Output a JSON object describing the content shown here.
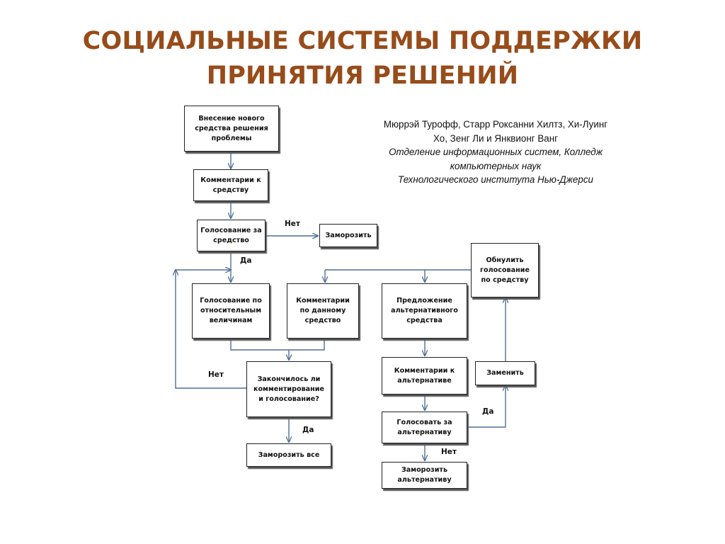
{
  "title": {
    "line1": "СОЦИАЛЬНЫЕ СИСТЕМЫ ПОДДЕРЖКИ",
    "line2": "ПРИНЯТИЯ РЕШЕНИЙ"
  },
  "authors": {
    "line1": "Мюррэй Турофф, Старр Роксанни Хилтз, Хи-Луинг",
    "line2": "Хо, Зенг Ли и Янквионг Ванг",
    "aff1": "Отделение информационных систем, Колледж",
    "aff2": "компьютерных наук",
    "aff3": "Технологического института Нью-Джерси"
  },
  "nodes": {
    "n1": "Внесение нового средства решения  проблемы",
    "n2": "Комментарии к средству",
    "n3": "Голосование за средство",
    "n4": "Заморозить",
    "n5": "Обнулить голосование по средству",
    "n6": "Голосование по относительным величинам",
    "n7": "Комментарии по данному средство",
    "n8": "Предложение альтернативного средства",
    "n9": "Закончилось ли комментирование и голосование?",
    "n10": "Комментарии к альтернативе",
    "n11": "Заменить",
    "n12": "Голосовать за альтернативу",
    "n13": "Заморозить все",
    "n14": "Заморозить альтернативу"
  },
  "edge_labels": {
    "no1": "Нет",
    "yes1": "Да",
    "no2": "Нет",
    "yes2": "Да",
    "yes3": "Да",
    "no3": "Нет"
  },
  "colors": {
    "title": "#974C1A",
    "arrow": "#4F6F95",
    "box_border": "#222222"
  }
}
